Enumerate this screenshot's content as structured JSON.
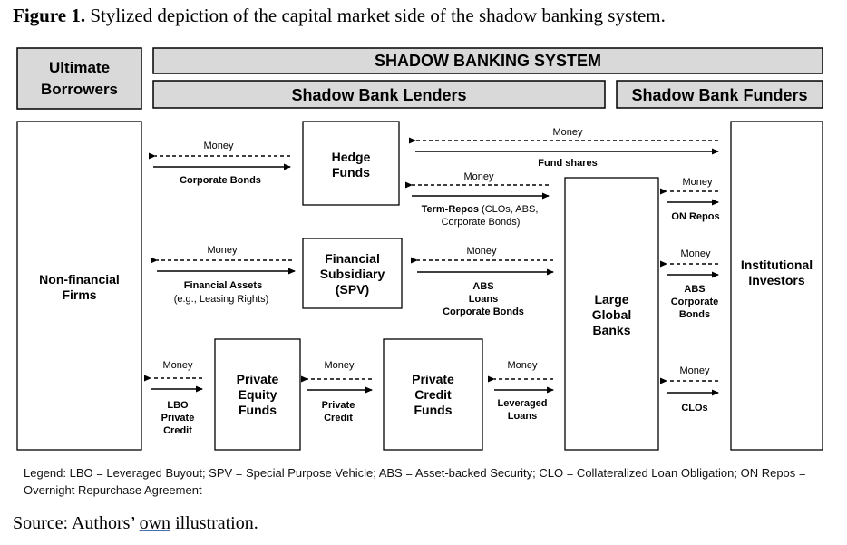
{
  "figure": {
    "label": "Figure 1.",
    "caption": " Stylized depiction of the capital market side of the shadow banking system."
  },
  "headers": {
    "ultimate_borrowers": [
      "Ultimate",
      "Borrowers"
    ],
    "shadow_banking_system": "SHADOW BANKING SYSTEM",
    "lenders": "Shadow Bank Lenders",
    "funders": "Shadow Bank Funders"
  },
  "boxes": {
    "nonfinancial": [
      "Non-financial",
      "Firms"
    ],
    "hedge_funds": [
      "Hedge",
      "Funds"
    ],
    "spv": [
      "Financial",
      "Subsidiary",
      "(SPV)"
    ],
    "private_equity": [
      "Private",
      "Equity",
      "Funds"
    ],
    "private_credit": [
      "Private",
      "Credit",
      "Funds"
    ],
    "large_banks": [
      "Large",
      "Global",
      "Banks"
    ],
    "institutional": [
      "Institutional",
      "Investors"
    ]
  },
  "flows": {
    "money": "Money",
    "corporate_bonds": "Corporate Bonds",
    "financial_assets": "Financial Assets",
    "financial_assets_eg": "(e.g., Leasing Rights)",
    "lbo_private_credit": [
      "LBO",
      "Private",
      "Credit"
    ],
    "private_credit": [
      "Private",
      "Credit"
    ],
    "leveraged_loans": [
      "Leveraged",
      "Loans"
    ],
    "fund_shares": "Fund shares",
    "term_repos_bold": "Term-Repos",
    "term_repos_rest": " (CLOs, ABS,",
    "term_repos_line2": "Corporate Bonds)",
    "abs_loans_cb": [
      "ABS",
      "Loans",
      "Corporate Bonds"
    ],
    "on_repos": "ON Repos",
    "abs_corporate_bonds": [
      "ABS",
      "Corporate",
      "Bonds"
    ],
    "clos": "CLOs"
  },
  "legend": {
    "text": "Legend: LBO = Leveraged Buyout; SPV = Special Purpose Vehicle; ABS = Asset-backed Security; CLO = Collateralized Loan Obligation; ON Repos = Overnight Repurchase Agreement"
  },
  "source": {
    "prefix": "Source: Authors’ ",
    "underlined": "own",
    "suffix": " illustration."
  },
  "colors": {
    "header_fill": "#d9d9d9",
    "stroke": "#000000"
  }
}
